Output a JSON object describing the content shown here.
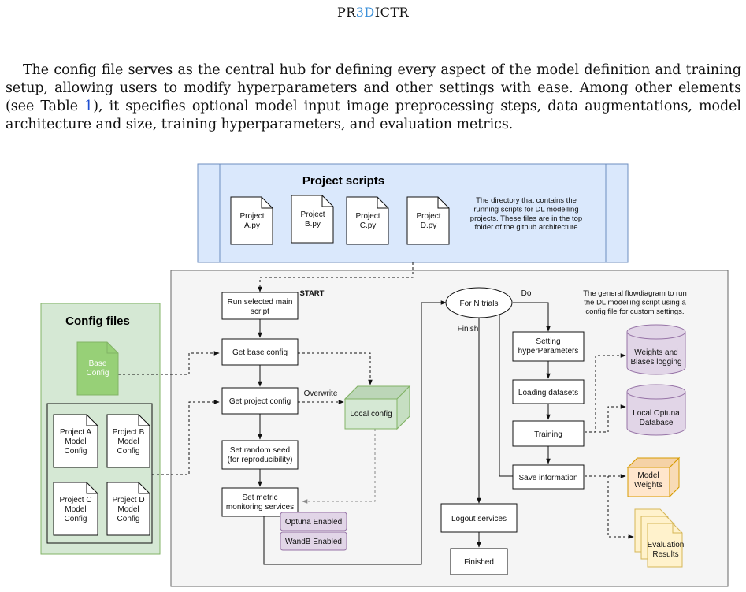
{
  "header": {
    "pre": "PR",
    "highlight": "3D",
    "post": "ICTR"
  },
  "paragraph": {
    "before_ref": "The config file serves as the central hub for defining every aspect of the model definition and training setup, allowing users to modify hyperparameters and other settings with ease. Among other elements (see Table ",
    "ref": "1",
    "after_ref": "), it specifies optional model input image preprocessing steps, data augmentations, model architecture and size, training hyperparameters, and evaluation metrics."
  },
  "diagram": {
    "project_scripts": {
      "title": "Project scripts",
      "files": [
        "Project\nA.py",
        "Project\nB.py",
        "Project\nC.py",
        "Project\nD.py"
      ],
      "note": "The directory that contains the\nrunning scripts for DL modelling\nprojects. These files are in the top\nfolder of the github architecture"
    },
    "config_files": {
      "title": "Config files",
      "base_config": "Base\nConfig",
      "project_configs": [
        "Project A\nModel\nConfig",
        "Project B\nModel\nConfig",
        "Project C\nModel\nConfig",
        "Project D\nModel\nConfig"
      ]
    },
    "flow": {
      "start_label": "START",
      "steps": [
        "Run selected main\nscript",
        "Get base config",
        "Get project config",
        "Set random seed\n(for reproducibility)",
        "Set metric\nmonitoring services"
      ],
      "overwrite_label": "Overwrite",
      "local_config": "Local config",
      "tags": [
        "Optuna Enabled",
        "WandB Enabled"
      ],
      "loop": "For N trials",
      "do_label": "Do",
      "finish_label": "Finish",
      "loop_steps": [
        "Setting\nhyperParameters",
        "Loading datasets",
        "Training",
        "Save information"
      ],
      "end_steps": [
        "Logout services",
        "Finished"
      ],
      "note": "The general flowdiagram to run\nthe DL modelling script using a\nconfig file for custom settings.",
      "outputs": {
        "wandb": "Weights and\nBiases logging",
        "optuna": "Local Optuna\nDatabase",
        "weights": "Model\nWeights",
        "results": "Evaluation\nResults"
      }
    }
  }
}
